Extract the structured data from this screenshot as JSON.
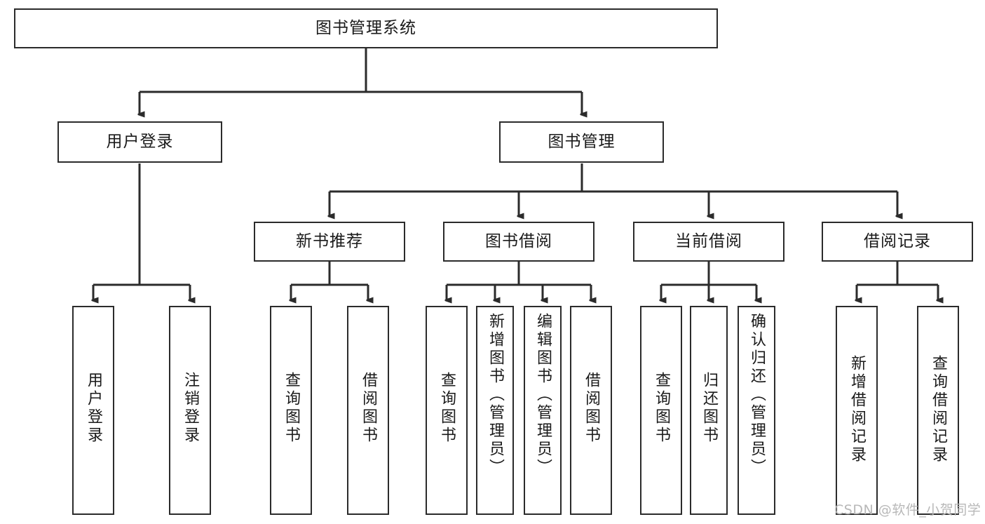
{
  "diagram": {
    "title": "图书管理系统",
    "type": "tree-hierarchy-chart",
    "watermark": "CSDN @软件_小贺同学",
    "colors": {
      "box_border": "#2b2b2b",
      "box_fill": "#ffffff",
      "connector": "#2b2b2b",
      "text": "#1a1a1a",
      "watermark": "#b8b8b8",
      "background": "#ffffff"
    },
    "root": {
      "label": "图书管理系统"
    },
    "level1": [
      {
        "label": "用户登录"
      },
      {
        "label": "图书管理"
      }
    ],
    "level2": [
      {
        "label": "新书推荐"
      },
      {
        "label": "图书借阅"
      },
      {
        "label": "当前借阅"
      },
      {
        "label": "借阅记录"
      }
    ],
    "leaves": {
      "user_login": [
        {
          "label": "用户登录"
        },
        {
          "label": "注销登录"
        }
      ],
      "new_book_recommend": [
        {
          "label": "查询图书"
        },
        {
          "label": "借阅图书"
        }
      ],
      "book_borrow": [
        {
          "label": "查询图书"
        },
        {
          "label": "新增图书（管理员）"
        },
        {
          "label": "编辑图书（管理员）"
        },
        {
          "label": "借阅图书"
        }
      ],
      "current_borrow": [
        {
          "label": "查询图书"
        },
        {
          "label": "归还图书"
        },
        {
          "label": "确认归还（管理员）"
        }
      ],
      "borrow_record": [
        {
          "label": "新增借阅记录"
        },
        {
          "label": "查询借阅记录"
        }
      ]
    }
  }
}
